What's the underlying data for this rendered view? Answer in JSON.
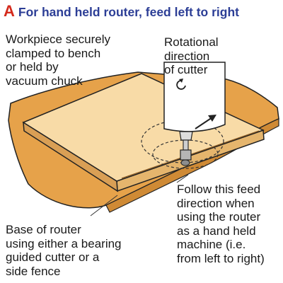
{
  "title": {
    "letter": "A",
    "text": "For hand held router, feed left to right"
  },
  "labels": {
    "workpiece": "Workpiece securely\nclamped to bench\nor held by\nvacuum chuck",
    "rotation": "Rotational\ndirection\nof cutter",
    "feed": "Follow this feed\ndirection when\nusing the router\nas a hand held\nmachine (i.e.\nfrom left to right)",
    "base": "Base of router\nusing either a bearing\nguided cutter or a\nside fence"
  },
  "icons": {
    "rotation_arrow": "clockwise-rotation-arrow-icon",
    "feed_arrow": "feed-direction-arrow-icon"
  },
  "colors": {
    "title_letter": "#d42a1c",
    "title_text": "#2c3e96",
    "bench": "#e6a24a",
    "workpiece_top": "#f8dba7",
    "workpiece_edge": "#e5b56d",
    "router_body": "#ffffff",
    "outline": "#222222"
  }
}
